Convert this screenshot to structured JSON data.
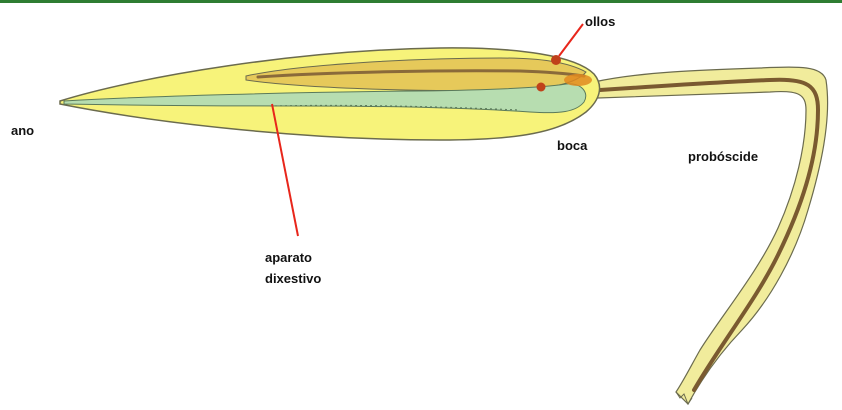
{
  "labels": {
    "eyes": "ollos",
    "anus": "ano",
    "mouth": "boca",
    "proboscis": "probóscide",
    "digestive_line1": "aparato",
    "digestive_line2": "dixestivo"
  },
  "colors": {
    "top_rule": "#2e7d32",
    "body_fill": "#f7f37a",
    "body_outline": "#6b6b4e",
    "inner_fill": "#e6c95a",
    "inner_band": "#8a6a3a",
    "gut_fill": "#b7ddb0",
    "gut_outline": "#5b7a5a",
    "proboscis_fill": "#f1ec9c",
    "proboscis_core": "#7a5a30",
    "eye_spot": "#c0411a",
    "mouth_spot": "#e08a20",
    "pointer_line": "#e8261b",
    "label_text": "#111111"
  }
}
